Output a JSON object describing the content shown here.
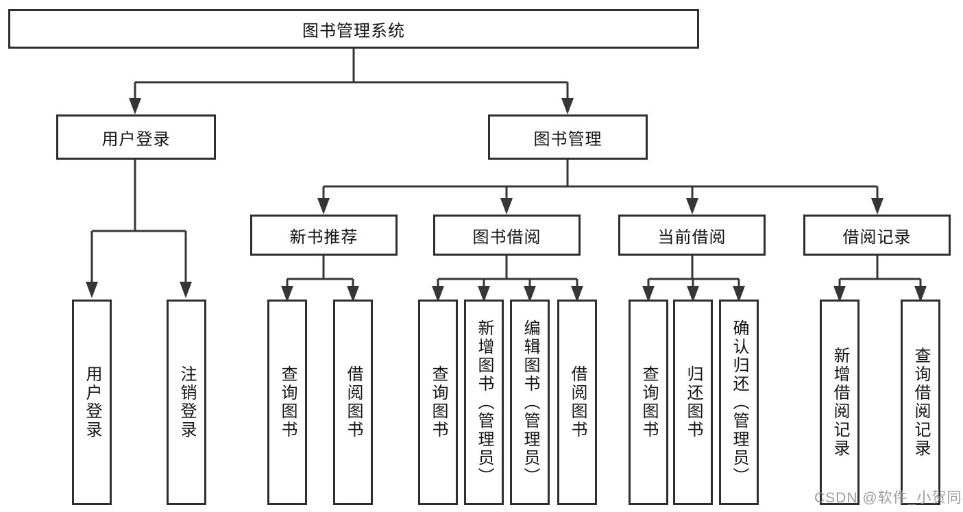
{
  "tree": {
    "root": {
      "label": "图书管理系统"
    },
    "branches": [
      {
        "label": "用户登录",
        "children": [
          {
            "label": "用户登录"
          },
          {
            "label": "注销登录"
          }
        ]
      },
      {
        "label": "图书管理",
        "sections": [
          {
            "label": "新书推荐",
            "children": [
              {
                "label": "查询图书"
              },
              {
                "label": "借阅图书"
              }
            ]
          },
          {
            "label": "图书借阅",
            "children": [
              {
                "label": "查询图书"
              },
              {
                "label": "新增图书（管理员）"
              },
              {
                "label": "编辑图书（管理员）"
              },
              {
                "label": "借阅图书"
              }
            ]
          },
          {
            "label": "当前借阅",
            "children": [
              {
                "label": "查询图书"
              },
              {
                "label": "归还图书"
              },
              {
                "label": "确认归还（管理员）"
              }
            ]
          },
          {
            "label": "借阅记录",
            "children": [
              {
                "label": "新增借阅记录"
              },
              {
                "label": "查询借阅记录"
              }
            ]
          }
        ]
      }
    ]
  },
  "watermark": {
    "text": "CSDN @软件_小贺同学"
  },
  "colors": {
    "line": "#363636",
    "border": "#2e2e2e",
    "text": "#141414",
    "watermark": "#949494"
  }
}
